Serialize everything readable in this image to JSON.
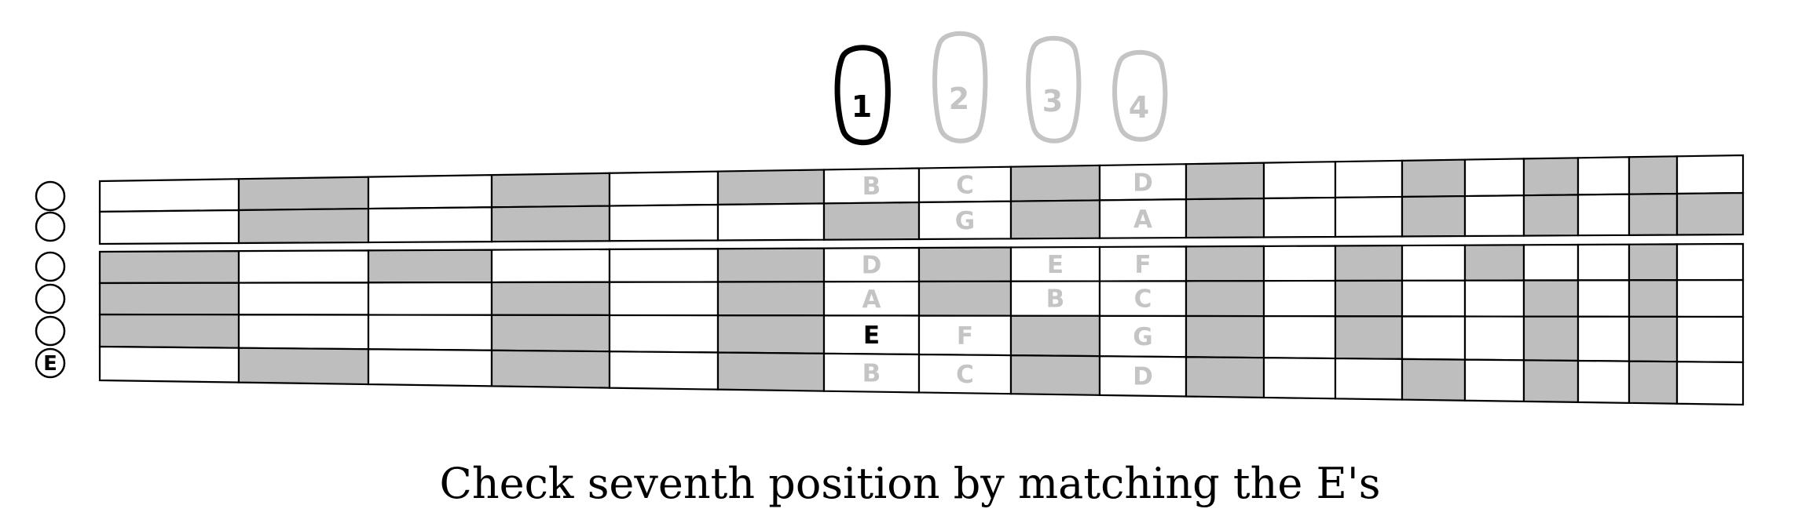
{
  "caption": "Check seventh position by matching the E's",
  "colors": {
    "shaded": "#bebebe",
    "blank": "#ffffff",
    "outline": "#000000",
    "faded": "#c4c4c4",
    "active": "#000000"
  },
  "fingers": [
    {
      "label": "1",
      "active": true,
      "column": 6
    },
    {
      "label": "2",
      "active": false,
      "column": 7
    },
    {
      "label": "3",
      "active": false,
      "column": 8
    },
    {
      "label": "4",
      "active": false,
      "column": 9
    }
  ],
  "open_string_labels": [
    "",
    "",
    "",
    "",
    "",
    "E"
  ],
  "upper_grid": {
    "shaded": [
      [
        0,
        1,
        0,
        1,
        0,
        1,
        0,
        0,
        1,
        0,
        1,
        0,
        0,
        1,
        0,
        1,
        0,
        1,
        0
      ],
      [
        0,
        1,
        0,
        1,
        0,
        0,
        1,
        0,
        1,
        0,
        1,
        0,
        0,
        1,
        0,
        1,
        0,
        1,
        1
      ]
    ],
    "notes": [
      [
        {
          "col": 6,
          "text": "B",
          "active": false
        },
        {
          "col": 7,
          "text": "C",
          "active": false
        },
        {
          "col": 9,
          "text": "D",
          "active": false
        }
      ],
      [
        {
          "col": 7,
          "text": "G",
          "active": false
        },
        {
          "col": 9,
          "text": "A",
          "active": false
        }
      ]
    ]
  },
  "lower_grid": {
    "shaded": [
      [
        1,
        0,
        1,
        0,
        0,
        1,
        0,
        1,
        0,
        0,
        1,
        0,
        1,
        0,
        1,
        0,
        0,
        1,
        0
      ],
      [
        1,
        0,
        0,
        1,
        0,
        1,
        0,
        1,
        0,
        0,
        1,
        0,
        1,
        0,
        0,
        1,
        0,
        1,
        0
      ],
      [
        1,
        0,
        0,
        1,
        0,
        1,
        0,
        0,
        1,
        0,
        1,
        0,
        1,
        0,
        0,
        1,
        0,
        1,
        0
      ],
      [
        0,
        1,
        0,
        1,
        0,
        1,
        0,
        0,
        1,
        0,
        1,
        0,
        0,
        1,
        0,
        1,
        0,
        1,
        0
      ]
    ],
    "notes": [
      [
        {
          "col": 6,
          "text": "D",
          "active": false
        },
        {
          "col": 8,
          "text": "E",
          "active": false
        },
        {
          "col": 9,
          "text": "F",
          "active": false
        }
      ],
      [
        {
          "col": 6,
          "text": "A",
          "active": false
        },
        {
          "col": 8,
          "text": "B",
          "active": false
        },
        {
          "col": 9,
          "text": "C",
          "active": false
        }
      ],
      [
        {
          "col": 6,
          "text": "E",
          "active": true
        },
        {
          "col": 7,
          "text": "F",
          "active": false
        },
        {
          "col": 9,
          "text": "G",
          "active": false
        }
      ],
      [
        {
          "col": 6,
          "text": "B",
          "active": false
        },
        {
          "col": 7,
          "text": "C",
          "active": false
        },
        {
          "col": 9,
          "text": "D",
          "active": false
        }
      ]
    ]
  }
}
